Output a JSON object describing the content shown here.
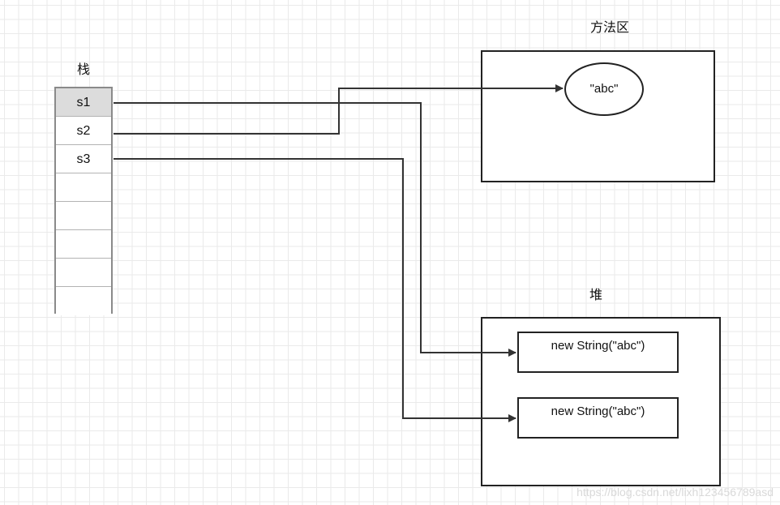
{
  "labels": {
    "stack": "栈",
    "method_area": "方法区",
    "heap": "堆"
  },
  "stack_cells": [
    "s1",
    "s2",
    "s3",
    "",
    "",
    "",
    "",
    ""
  ],
  "method_area": {
    "literal": "\"abc\""
  },
  "heap": {
    "objects": [
      "new String(\"abc\")",
      "new String(\"abc\")"
    ]
  },
  "watermark": "https://blog.csdn.net/lixh123456789asd",
  "colors": {
    "line": "#333333",
    "stack_highlight": "#dcdcdc"
  }
}
